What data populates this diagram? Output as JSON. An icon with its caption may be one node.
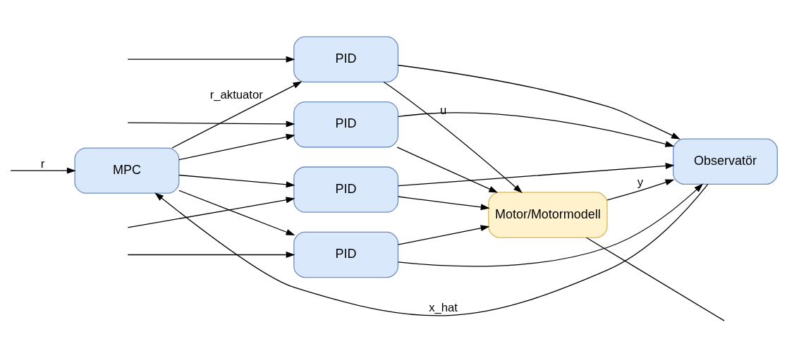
{
  "diagram": {
    "nodes": [
      {
        "text": [
          "MPC"
        ]
      },
      {
        "text": [
          "PID"
        ]
      },
      {
        "text": [
          "PID"
        ]
      },
      {
        "text": [
          "PID"
        ]
      },
      {
        "text": [
          "PID"
        ]
      },
      {
        "text": [
          "Motor/Motormodell"
        ]
      },
      {
        "text": [
          "Observatör"
        ]
      }
    ],
    "edges": [
      {
        "from": null,
        "to": 0,
        "arrow": "to",
        "label": "r"
      },
      {
        "from": 6,
        "to": 0,
        "arrow": "to",
        "label": "x_hat"
      },
      {
        "from": 0,
        "to": 1,
        "arrow": "to",
        "label": "r_aktuator"
      },
      {
        "from": 0,
        "to": 2,
        "arrow": "to"
      },
      {
        "from": 0,
        "to": 3,
        "arrow": "to"
      },
      {
        "from": 0,
        "to": 4,
        "arrow": "to"
      },
      {
        "from": null,
        "to": 1,
        "arrow": "to"
      },
      {
        "from": null,
        "to": 2,
        "arrow": "to"
      },
      {
        "from": null,
        "to": 3,
        "arrow": "to"
      },
      {
        "from": null,
        "to": 4,
        "arrow": "to"
      },
      {
        "from": 1,
        "to": 5,
        "arrow": "to",
        "label": "u"
      },
      {
        "from": 2,
        "to": 5,
        "arrow": "to"
      },
      {
        "from": 3,
        "to": 5,
        "arrow": "to"
      },
      {
        "from": 4,
        "to": 5,
        "arrow": "to"
      },
      {
        "from": 1,
        "to": 6,
        "arrow": "to"
      },
      {
        "from": 2,
        "to": 6,
        "arrow": "to"
      },
      {
        "from": 3,
        "to": 6,
        "arrow": "to"
      },
      {
        "from": 4,
        "to": 6,
        "arrow": "to"
      },
      {
        "from": 5,
        "to": 6,
        "arrow": "to",
        "label": "y"
      },
      {
        "from": 5,
        "to": null,
        "arrow": "none"
      }
    ]
  }
}
